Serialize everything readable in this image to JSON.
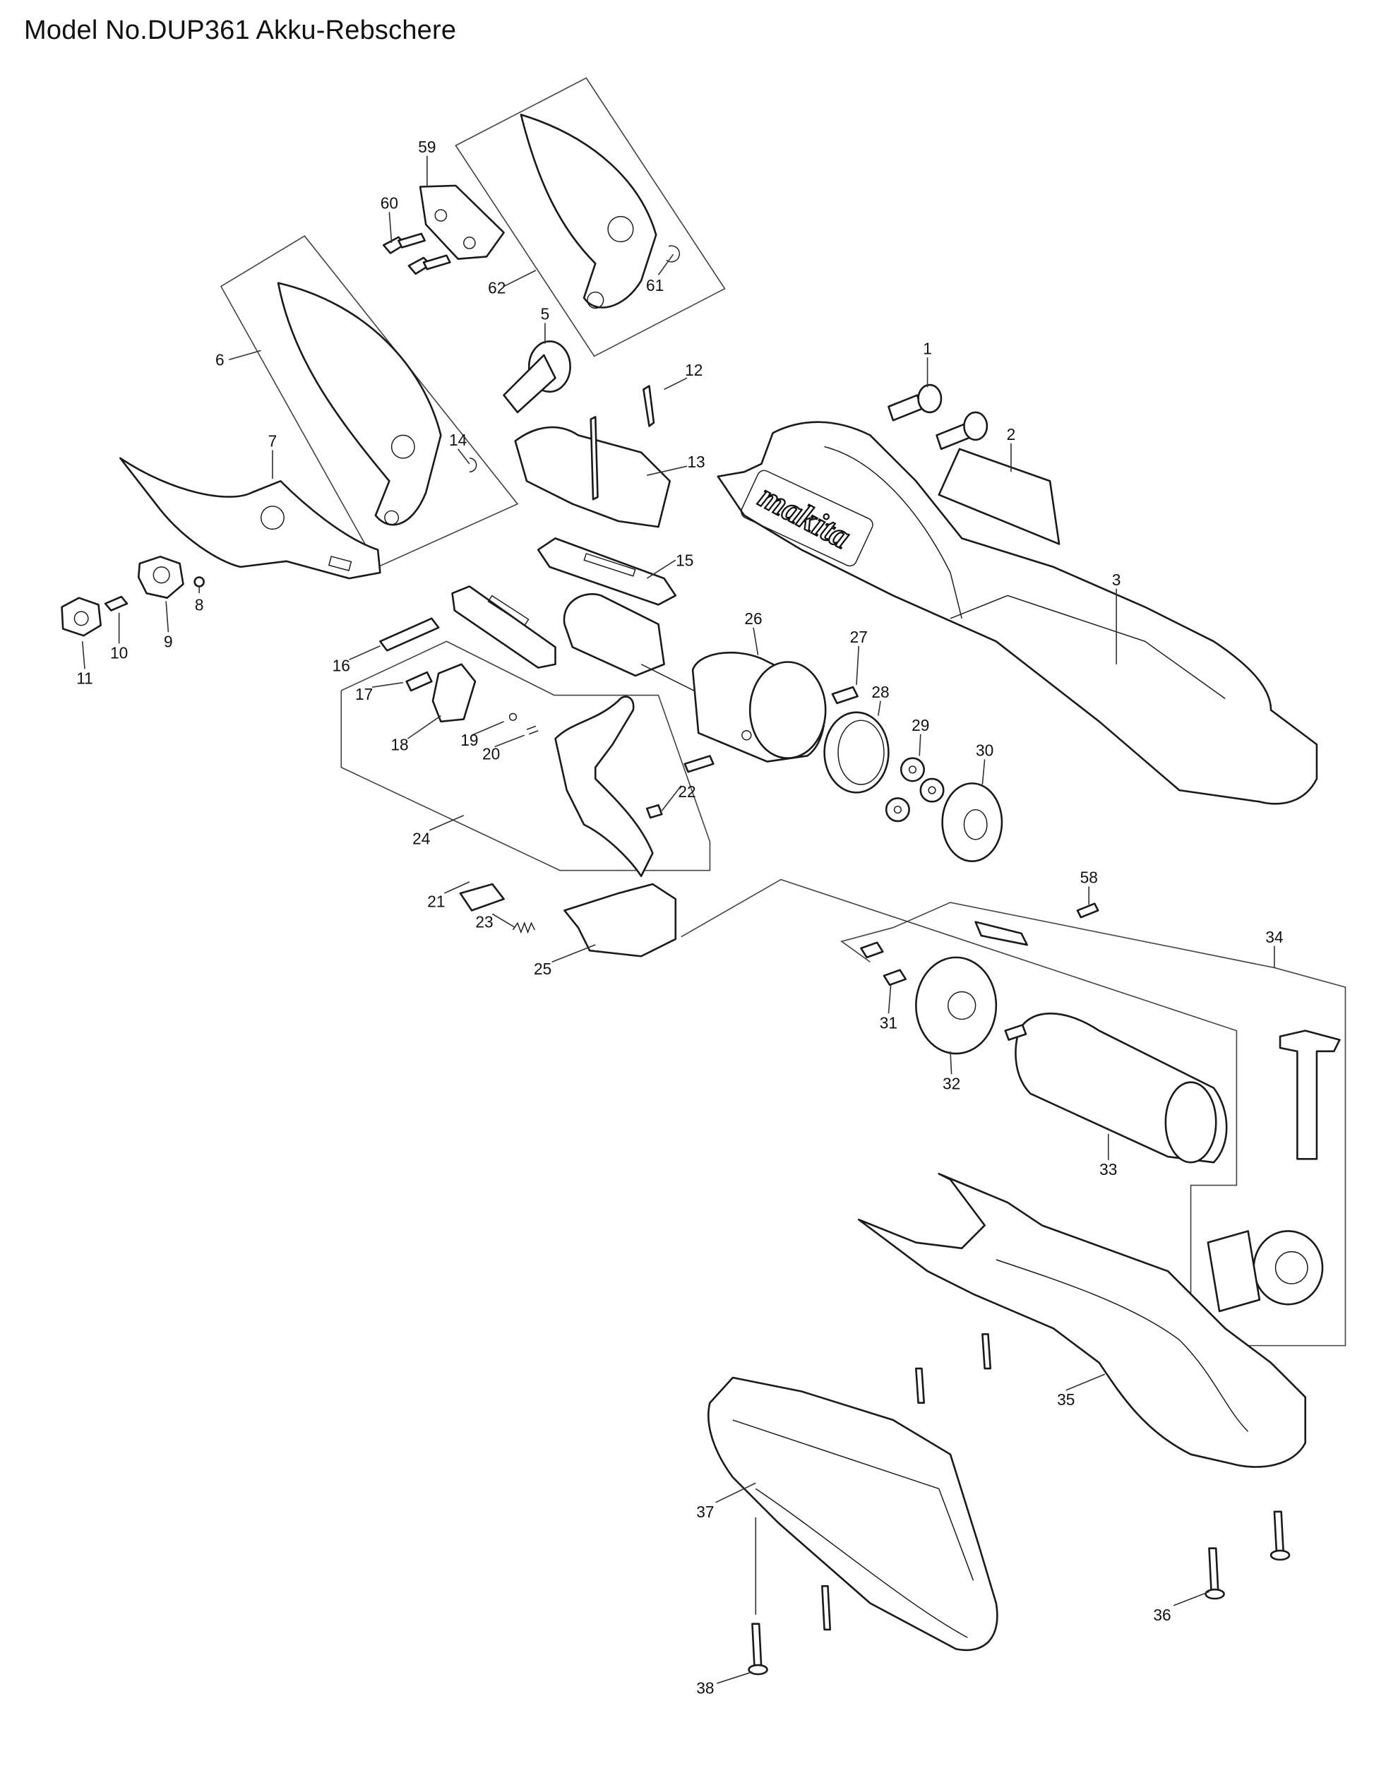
{
  "title": "Model No.DUP361 Akku-Rebschere",
  "brand_logo": "makita",
  "callouts": [
    "59",
    "60",
    "62",
    "61",
    "5",
    "6",
    "12",
    "1",
    "2",
    "7",
    "14",
    "13",
    "3",
    "15",
    "8",
    "9",
    "10",
    "11",
    "26",
    "27",
    "16",
    "17",
    "28",
    "29",
    "30",
    "18",
    "19",
    "20",
    "22",
    "24",
    "21",
    "23",
    "58",
    "34",
    "25",
    "31",
    "32",
    "33",
    "35",
    "37",
    "36",
    "38"
  ]
}
